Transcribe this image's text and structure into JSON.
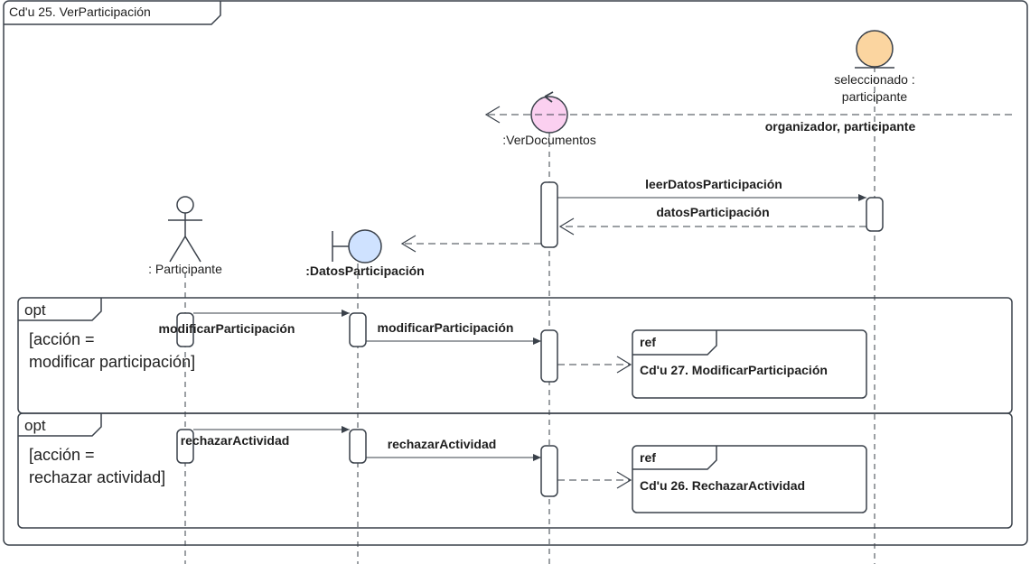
{
  "frame": {
    "title": "Cd'u 25. VerParticipación"
  },
  "lifelines": {
    "participante": {
      "label": ": Participante",
      "type": "actor"
    },
    "datos": {
      "label": ":DatosParticipación",
      "type": "boundary"
    },
    "ver": {
      "label": ":VerDocumentos",
      "type": "control"
    },
    "seleccionado": {
      "label_line1": "seleccionado :",
      "label_line2": "participante",
      "type": "entity"
    }
  },
  "messages": {
    "roles": "organizador, participante",
    "leer": "leerDatosParticipación",
    "datos_return": "datosParticipación",
    "mod1": "modificarParticipación",
    "mod2": "modificarParticipación",
    "rech1": "rechazarActividad",
    "rech2": "rechazarActividad"
  },
  "fragments": [
    {
      "operator": "opt",
      "guard_line1": "[acción =",
      "guard_line2": "modificar participación]",
      "ref_tag": "ref",
      "ref_text": "Cd'u 27. ModificarParticipación"
    },
    {
      "operator": "opt",
      "guard_line1": "[acción =",
      "guard_line2": "rechazar actividad]",
      "ref_tag": "ref",
      "ref_text": "Cd'u 26. RechazarActividad"
    }
  ],
  "colors": {
    "line": "#3a414a",
    "control_fill": "#fbd0f0",
    "entity_fill": "#fbd5a0",
    "boundary_fill": "#cfe2ff"
  }
}
